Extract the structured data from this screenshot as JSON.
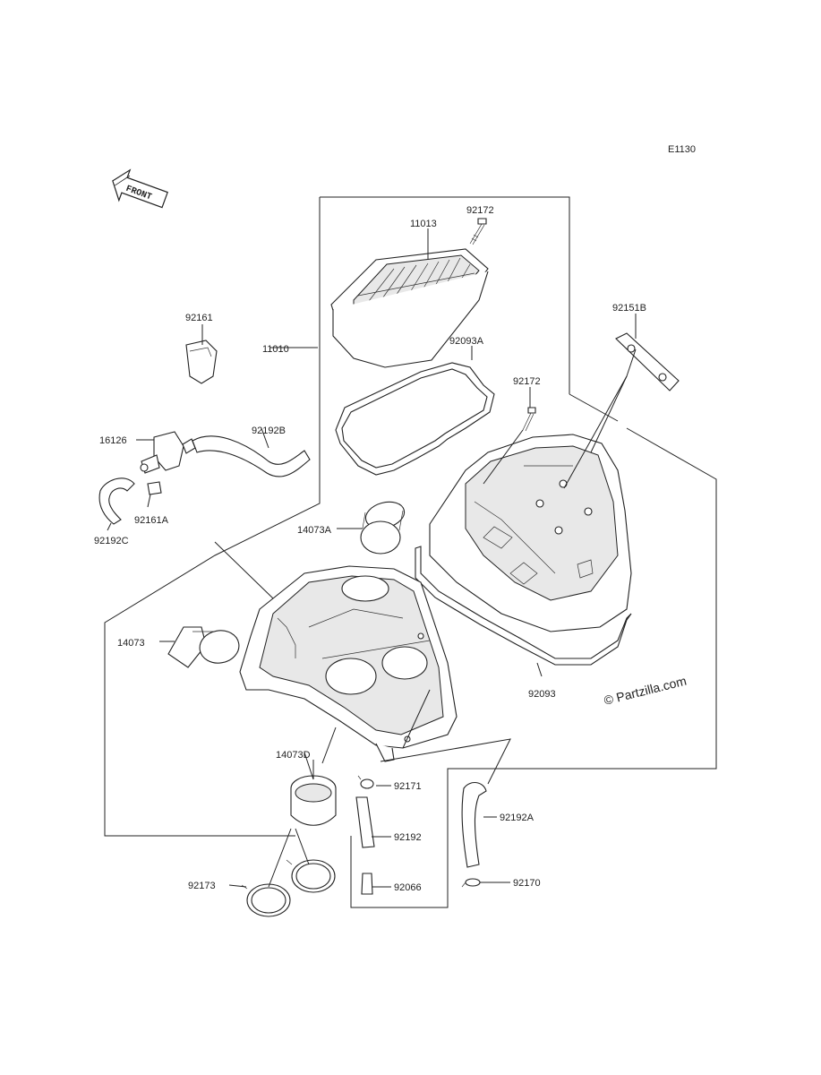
{
  "diagram": {
    "code": "E1130",
    "front_label": "FRONT",
    "watermark": "© Partzilla.com",
    "labels": {
      "p92172_top": "92172",
      "p11013": "11013",
      "p92161": "92161",
      "p11010": "11010",
      "p92093A": "92093A",
      "p92151B": "92151B",
      "p92172_mid": "92172",
      "p16126": "16126",
      "p92192B": "92192B",
      "p92161A": "92161A",
      "p92192C": "92192C",
      "p14073A": "14073A",
      "p14073": "14073",
      "p92093": "92093",
      "p14073D": "14073D",
      "p92171": "92171",
      "p92192": "92192",
      "p92192A": "92192A",
      "p92066": "92066",
      "p92170": "92170",
      "p92173": "92173"
    },
    "footer_line1": "",
    "footer_line2": ""
  }
}
